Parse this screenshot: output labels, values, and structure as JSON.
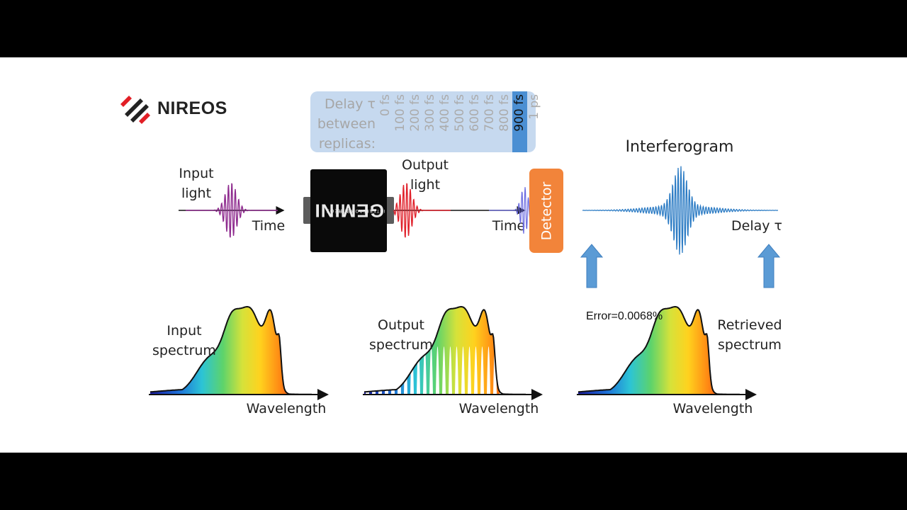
{
  "logo": {
    "text": "NIREOS"
  },
  "delay": {
    "label_lines": [
      "Delay τ",
      "between",
      "replicas:"
    ],
    "options": [
      "0 fs",
      "100 fs",
      "200 fs",
      "300 fs",
      "400 fs",
      "500 fs",
      "600 fs",
      "700 fs",
      "800 fs",
      "900 fs",
      "1 ps"
    ],
    "selected": "900 fs"
  },
  "input": {
    "label_line1": "Input",
    "label_line2": "light",
    "axis": "Time"
  },
  "device": {
    "brand": "NIREOS",
    "name": "GEMINI",
    "subtitle": "INTERFEROMETER"
  },
  "output": {
    "label_line1": "Output",
    "label_line2": "light",
    "axis": "Time"
  },
  "detector": {
    "label": "Detector"
  },
  "interferogram": {
    "title": "Interferogram",
    "axis": "Delay τ"
  },
  "spectra": {
    "input": {
      "label_line1": "Input",
      "label_line2": "spectrum",
      "axis": "Wavelength"
    },
    "output": {
      "label_line1": "Output",
      "label_line2": "spectrum",
      "axis": "Wavelength"
    },
    "retrieved": {
      "label_line1": "Retrieved",
      "label_line2": "spectrum",
      "axis": "Wavelength",
      "error": "Error=0.0068%"
    }
  },
  "colors": {
    "input_pulse": "#8e2a8e",
    "output_pulse": "#e0202a",
    "output_replica": "#6a6ae0",
    "interferogram": "#2b7bc4",
    "detector": "#f2843a",
    "selector_bg": "#c6d9ef",
    "selector_active": "#4b8fd3",
    "up_arrow": "#5b9bd5"
  }
}
